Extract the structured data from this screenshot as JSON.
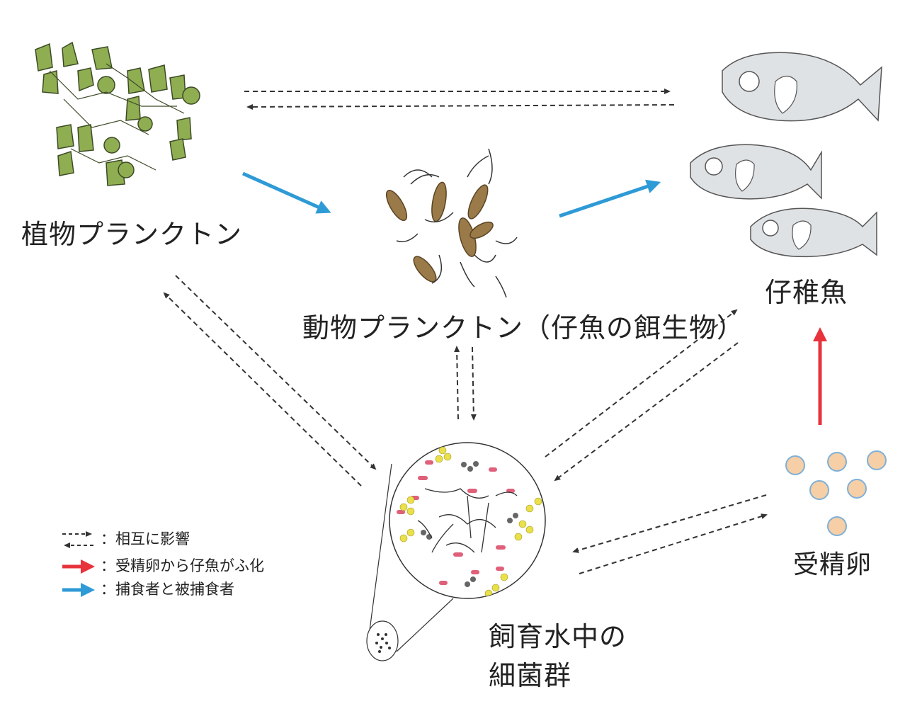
{
  "nodes": {
    "phytoplankton": "植物プランクトン",
    "zooplankton": "動物プランクトン（仔魚の餌生物）",
    "larval_fish": "仔稚魚",
    "fertilized_eggs": "受精卵",
    "bacteria_line1": "飼育水中の",
    "bacteria_line2": "細菌群"
  },
  "legend": {
    "mutual": "：相互に影響",
    "hatch": "：受精卵から仔魚がふ化",
    "predation": "：捕食者と被捕食者"
  },
  "colors": {
    "dashed": "#333333",
    "hatch": "#e8323c",
    "predation": "#2e9ad6",
    "egg_fill": "#f6cfa6",
    "egg_stroke": "#7fb0d8",
    "phyto": "#7a9a3e",
    "zoo": "#8a6a3a",
    "fish": "#d9dcdf"
  }
}
